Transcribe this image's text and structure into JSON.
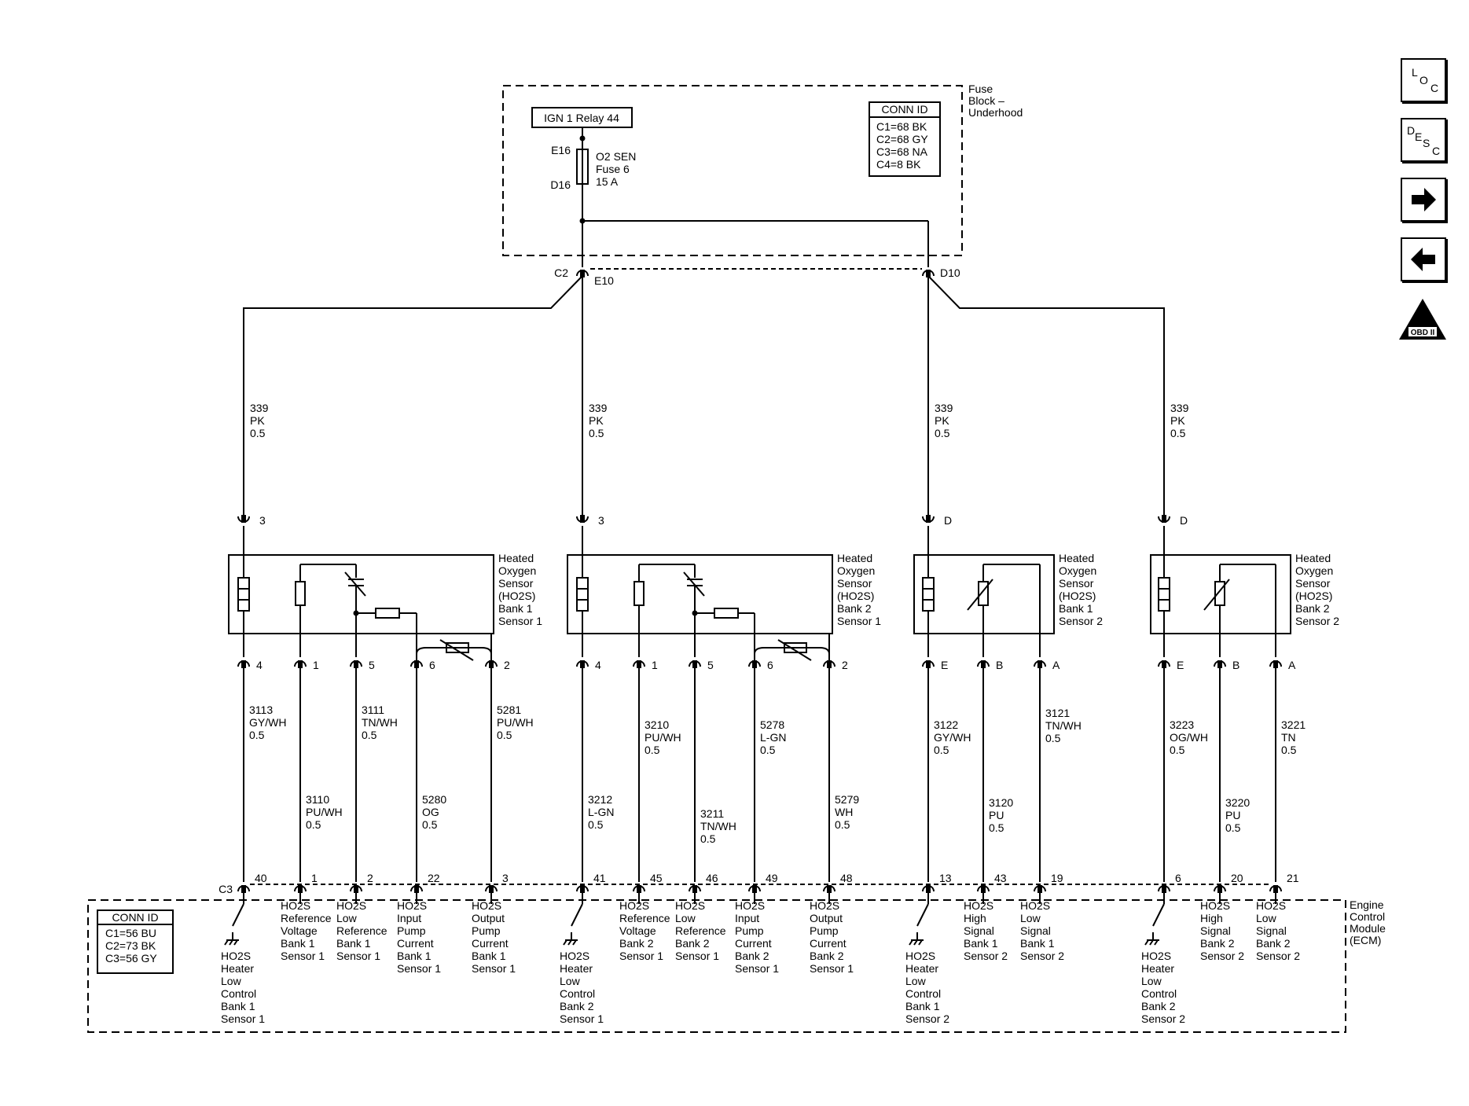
{
  "fuse_block": {
    "label_lines": [
      "Fuse",
      "Block –",
      "Underhood"
    ],
    "relay_label": "IGN 1 Relay 44",
    "fuse_pin_top": "E16",
    "fuse_pin_bottom": "D16",
    "fuse_lines": [
      "O2 SEN",
      "Fuse 6",
      "15 A"
    ],
    "conn_title": "CONN ID",
    "conn_lines": [
      "C1=68 BK",
      "C2=68 GY",
      "C3=68 NA",
      "C4=8 BK"
    ],
    "out_left_conn": "C2",
    "out_left_pin": "E10",
    "out_right_pin": "D10"
  },
  "wires_339": [
    {
      "circuit": "339",
      "color": "PK",
      "gauge": "0.5"
    },
    {
      "circuit": "339",
      "color": "PK",
      "gauge": "0.5"
    },
    {
      "circuit": "339",
      "color": "PK",
      "gauge": "0.5"
    },
    {
      "circuit": "339",
      "color": "PK",
      "gauge": "0.5"
    }
  ],
  "sensors": [
    {
      "label_lines": [
        "Heated",
        "Oxygen",
        "Sensor",
        "(HO2S)",
        "Bank 1",
        "Sensor 1"
      ],
      "top_pin": "3"
    },
    {
      "label_lines": [
        "Heated",
        "Oxygen",
        "Sensor",
        "(HO2S)",
        "Bank 2",
        "Sensor 1"
      ],
      "top_pin": "3"
    },
    {
      "label_lines": [
        "Heated",
        "Oxygen",
        "Sensor",
        "(HO2S)",
        "Bank 1",
        "Sensor 2"
      ],
      "top_pin": "D"
    },
    {
      "label_lines": [
        "Heated",
        "Oxygen",
        "Sensor",
        "(HO2S)",
        "Bank 2",
        "Sensor 2"
      ],
      "top_pin": "D"
    }
  ],
  "sensor_pins": [
    [
      "4",
      "1",
      "5",
      "6",
      "2"
    ],
    [
      "4",
      "1",
      "5",
      "6",
      "2"
    ],
    [
      "E",
      "B",
      "A"
    ],
    [
      "E",
      "B",
      "A"
    ]
  ],
  "circuits": [
    {
      "num": "3113",
      "color": "GY/WH",
      "gauge": "0.5"
    },
    {
      "num": "3110",
      "color": "PU/WH",
      "gauge": "0.5"
    },
    {
      "num": "3111",
      "color": "TN/WH",
      "gauge": "0.5"
    },
    {
      "num": "5280",
      "color": "OG",
      "gauge": "0.5"
    },
    {
      "num": "5281",
      "color": "PU/WH",
      "gauge": "0.5"
    },
    {
      "num": "3212",
      "color": "L-GN",
      "gauge": "0.5"
    },
    {
      "num": "3210",
      "color": "PU/WH",
      "gauge": "0.5"
    },
    {
      "num": "3211",
      "color": "TN/WH",
      "gauge": "0.5"
    },
    {
      "num": "5278",
      "color": "L-GN",
      "gauge": "0.5"
    },
    {
      "num": "5279",
      "color": "WH",
      "gauge": "0.5"
    },
    {
      "num": "3122",
      "color": "GY/WH",
      "gauge": "0.5"
    },
    {
      "num": "3120",
      "color": "PU",
      "gauge": "0.5"
    },
    {
      "num": "3121",
      "color": "TN/WH",
      "gauge": "0.5"
    },
    {
      "num": "3223",
      "color": "OG/WH",
      "gauge": "0.5"
    },
    {
      "num": "3220",
      "color": "PU",
      "gauge": "0.5"
    },
    {
      "num": "3221",
      "color": "TN",
      "gauge": "0.5"
    }
  ],
  "ecm": {
    "label_lines": [
      "Engine",
      "Control",
      "Module",
      "(ECM)"
    ],
    "conn_label": "C3",
    "conn_title": "CONN ID",
    "conn_lines": [
      "C1=56 BU",
      "C2=73 BK",
      "C3=56 GY"
    ],
    "pins": [
      "40",
      "1",
      "2",
      "22",
      "3",
      "41",
      "45",
      "46",
      "49",
      "48",
      "13",
      "43",
      "19",
      "6",
      "20",
      "21"
    ],
    "terminals": [
      [
        "HO2S",
        "Heater",
        "Low",
        "Control",
        "Bank 1",
        "Sensor 1"
      ],
      [
        "HO2S",
        "Reference",
        "Voltage",
        "Bank 1",
        "Sensor 1"
      ],
      [
        "HO2S",
        "Low",
        "Reference",
        "Bank 1",
        "Sensor 1"
      ],
      [
        "HO2S",
        "Input",
        "Pump",
        "Current",
        "Bank 1",
        "Sensor 1"
      ],
      [
        "HO2S",
        "Output",
        "Pump",
        "Current",
        "Bank 1",
        "Sensor 1"
      ],
      [
        "HO2S",
        "Heater",
        "Low",
        "Control",
        "Bank 2",
        "Sensor 1"
      ],
      [
        "HO2S",
        "Reference",
        "Voltage",
        "Bank 2",
        "Sensor 1"
      ],
      [
        "HO2S",
        "Low",
        "Reference",
        "Bank 2",
        "Sensor 1"
      ],
      [
        "HO2S",
        "Input",
        "Pump",
        "Current",
        "Bank 2",
        "Sensor 1"
      ],
      [
        "HO2S",
        "Output",
        "Pump",
        "Current",
        "Bank 2",
        "Sensor 1"
      ],
      [
        "HO2S",
        "Heater",
        "Low",
        "Control",
        "Bank 1",
        "Sensor 2"
      ],
      [
        "HO2S",
        "High",
        "Signal",
        "Bank 1",
        "Sensor 2"
      ],
      [
        "HO2S",
        "Low",
        "Signal",
        "Bank 1",
        "Sensor 2"
      ],
      [
        "HO2S",
        "Heater",
        "Low",
        "Control",
        "Bank 2",
        "Sensor 2"
      ],
      [
        "HO2S",
        "High",
        "Signal",
        "Bank 2",
        "Sensor 2"
      ],
      [
        "HO2S",
        "Low",
        "Signal",
        "Bank 2",
        "Sensor 2"
      ]
    ]
  },
  "nav": {
    "loc": [
      "L",
      "O",
      "C"
    ],
    "desc": [
      "D",
      "E",
      "S",
      "C"
    ],
    "obd_mark": "II",
    "obd_label": "OBD II"
  }
}
